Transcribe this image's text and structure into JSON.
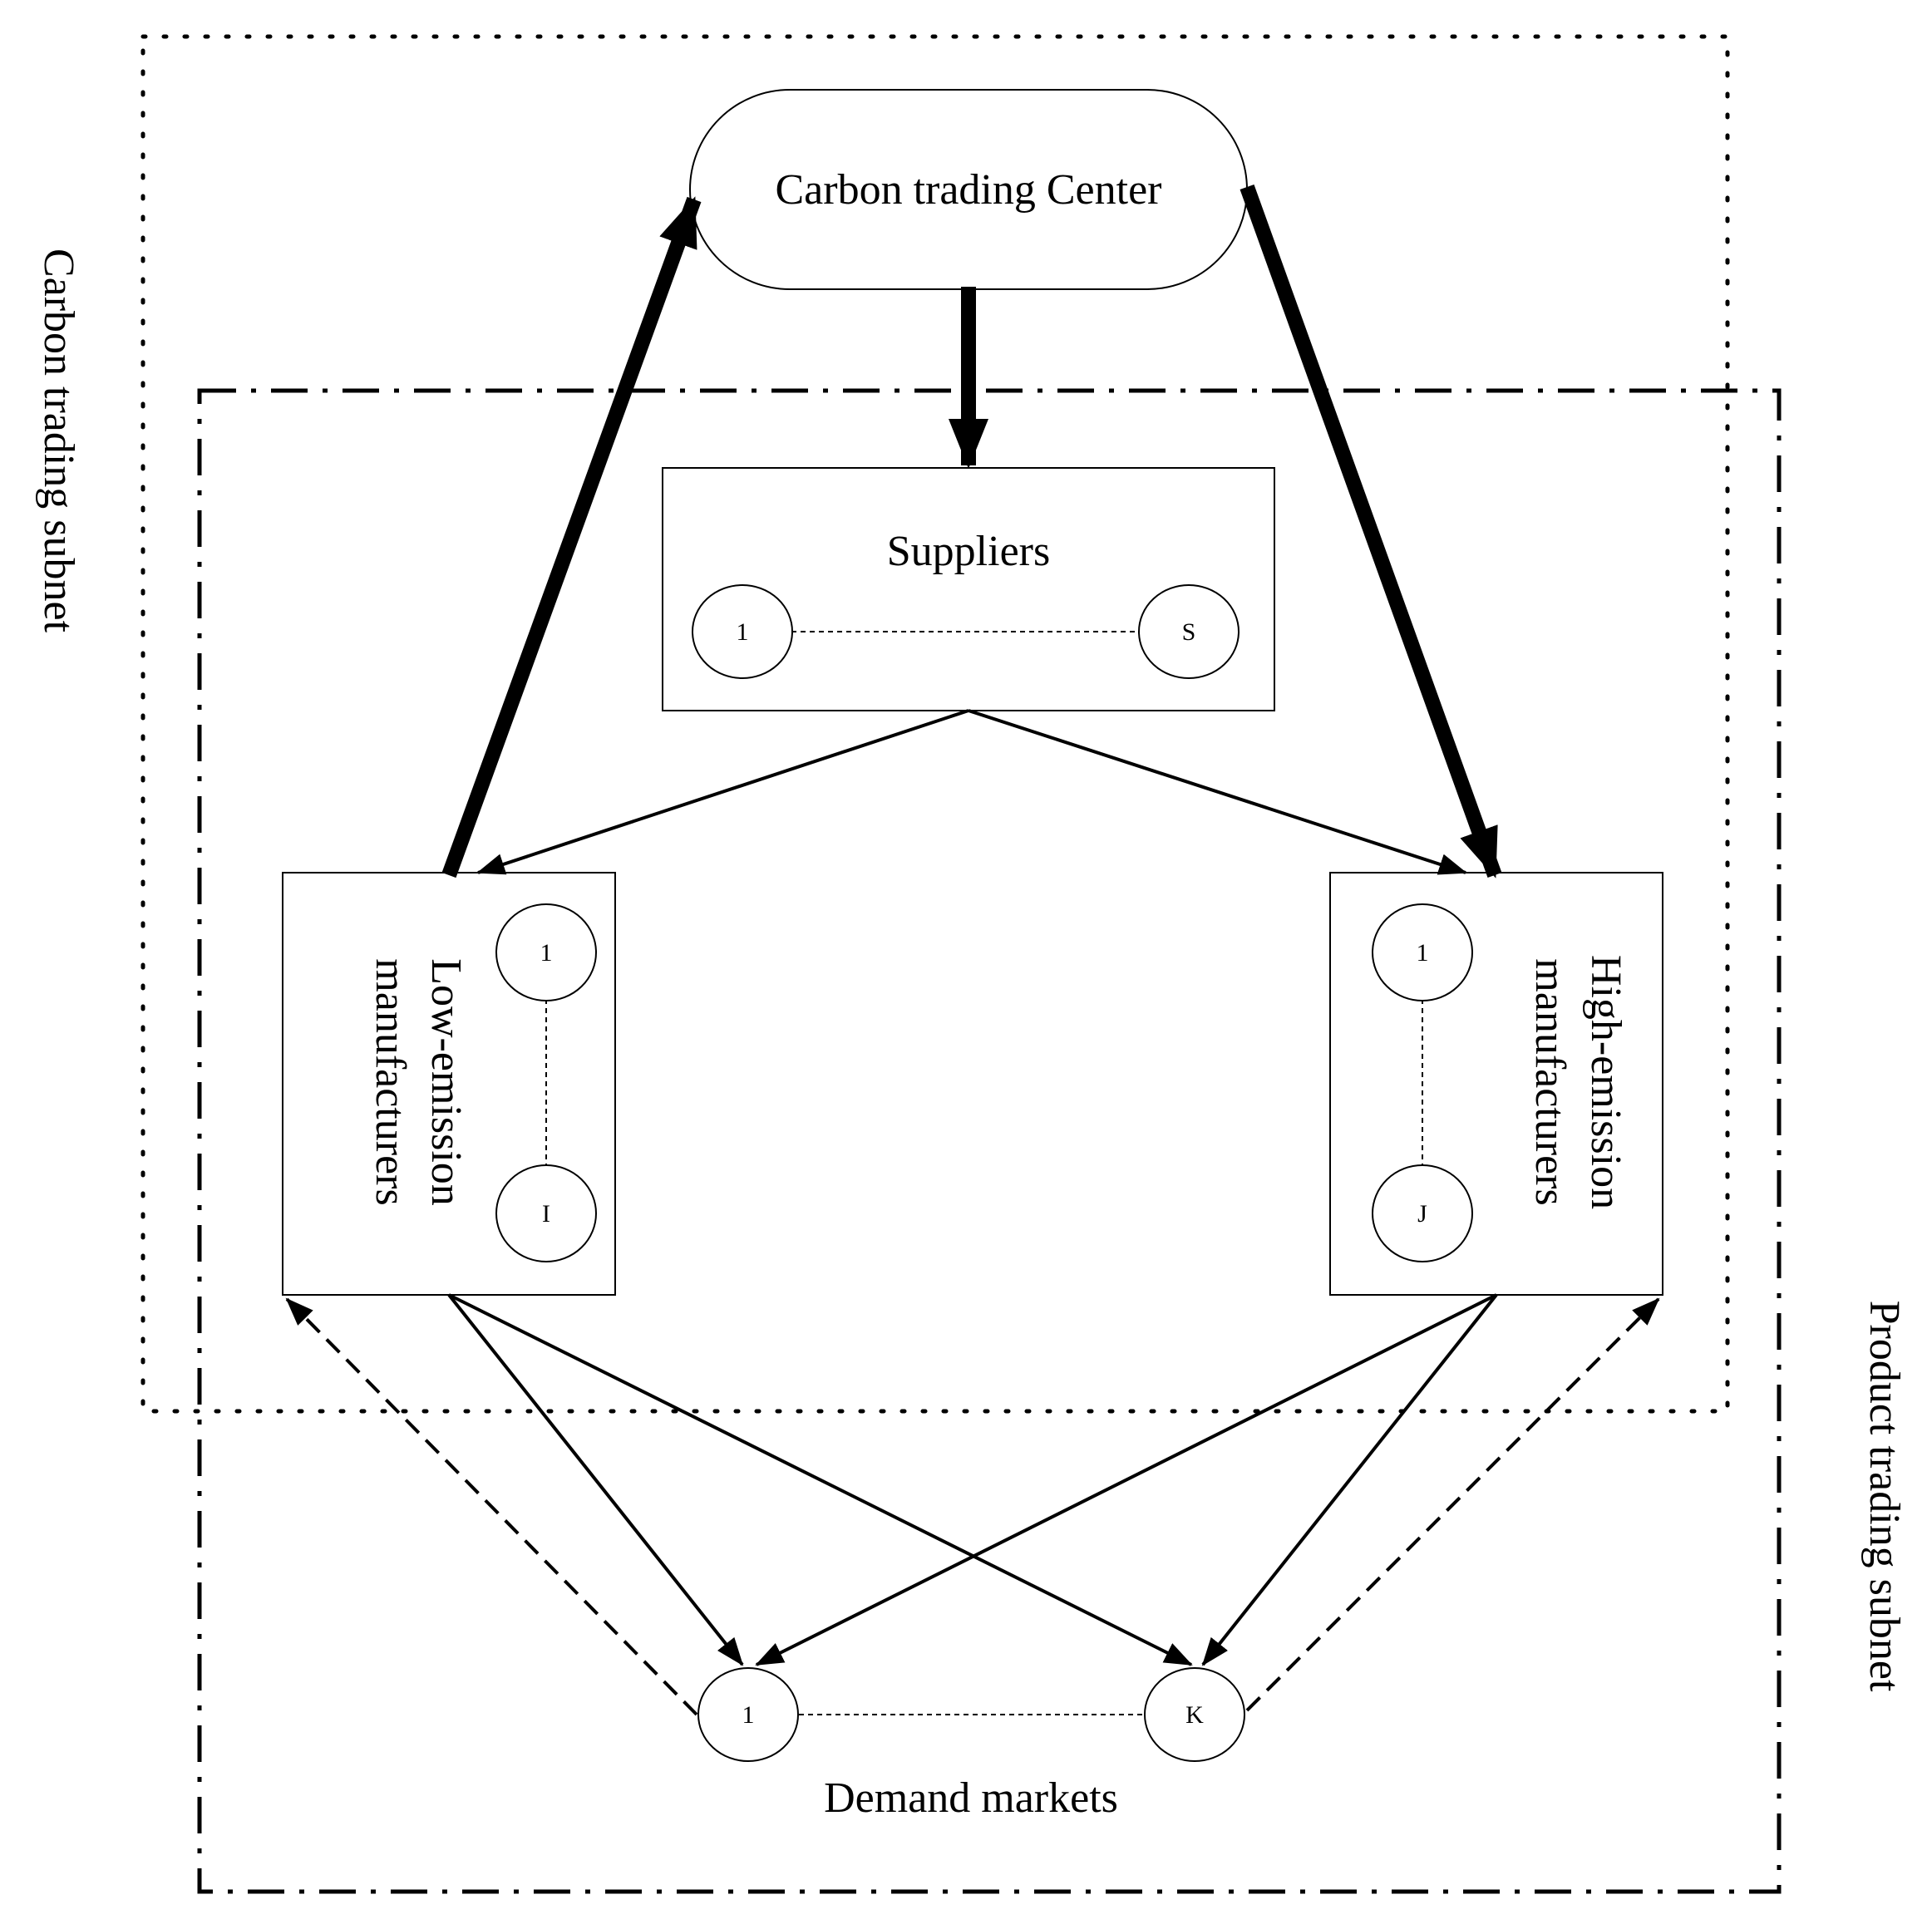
{
  "diagram": {
    "carbon_center": "Carbon trading Center",
    "suppliers": {
      "title": "Suppliers",
      "first": "1",
      "last": "S"
    },
    "low_emission": {
      "title_line1": "Low-emission",
      "title_line2": "manufacturers",
      "first": "1",
      "last": "I"
    },
    "high_emission": {
      "title_line1": "High-emission",
      "title_line2": "manufacturers",
      "first": "1",
      "last": "J"
    },
    "demand": {
      "title": "Demand markets",
      "first": "1",
      "last": "K"
    },
    "carbon_subnet_label": "Carbon trading subnet",
    "product_subnet_label": "Product trading subnet"
  }
}
